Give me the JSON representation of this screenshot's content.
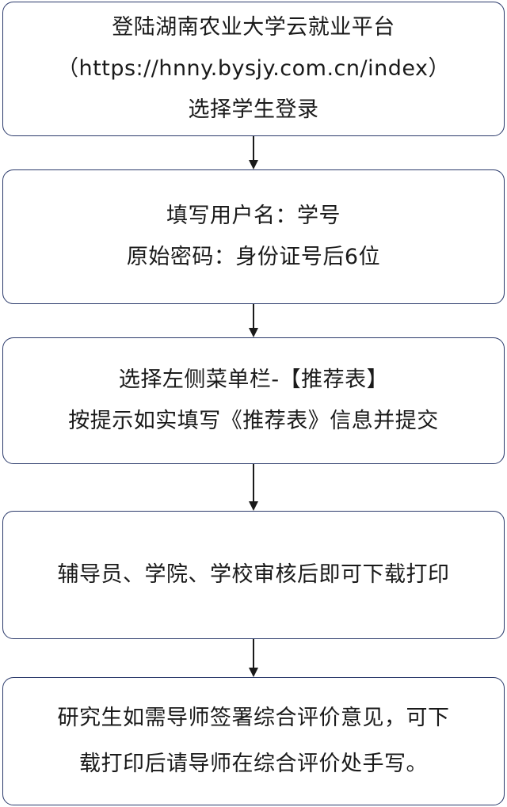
{
  "steps": [
    {
      "lines": [
        "登陆湖南农业大学云就业平台",
        "（https://hnny.bysjy.com.cn/index）",
        "选择学生登录"
      ]
    },
    {
      "lines": [
        "填写用户名：学号",
        "原始密码：身份证号后6位"
      ]
    },
    {
      "lines": [
        "选择左侧菜单栏-【推荐表】",
        "按提示如实填写《推荐表》信息并提交"
      ]
    },
    {
      "lines": [
        "辅导员、学院、学校审核后即可下载打印"
      ]
    },
    {
      "lines": [
        "研究生如需导师签署综合评价意见，可下",
        "载打印后请导师在综合评价处手写。"
      ]
    }
  ],
  "colors": {
    "border": "#2b3a6b",
    "arrow": "#1a1a1a",
    "text": "#1a1a1a"
  }
}
